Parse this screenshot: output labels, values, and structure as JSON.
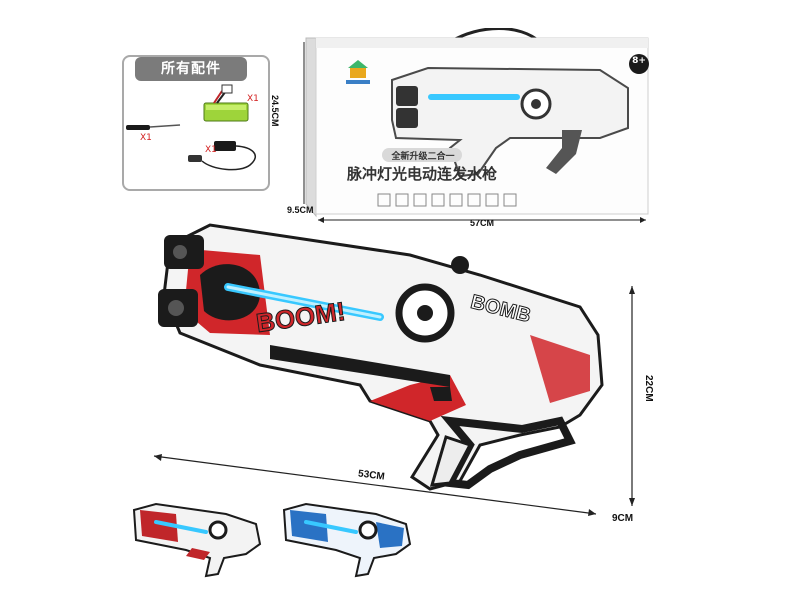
{
  "accessories": {
    "title": "所有配件",
    "battery_qty": "X1",
    "screwdriver_qty": "X1",
    "charger_qty": "X1"
  },
  "box": {
    "headline": "全新升级二合一",
    "product_name": "脉冲灯光电动连发水枪",
    "age_badge": "8+",
    "height_label": "24.5CM",
    "depth_label": "9.5CM",
    "width_label": "57CM"
  },
  "gun": {
    "length_label": "53CM",
    "height_label": "22CM",
    "depth_label": "9CM",
    "graphic_text_boom": "BOOM!",
    "graphic_text_bomb": "BOMB"
  },
  "variants": [
    {
      "color": "#c0262a"
    },
    {
      "color": "#2a72c4"
    }
  ],
  "colors": {
    "accent_blue": "#38c8ff",
    "red": "#d0262a",
    "dark": "#1b1b1b"
  }
}
